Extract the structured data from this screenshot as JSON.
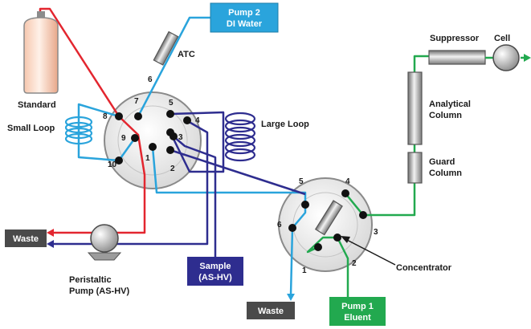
{
  "labels": {
    "standard": "Standard",
    "atc": "ATC",
    "small_loop": "Small Loop",
    "large_loop": "Large Loop",
    "suppressor": "Suppressor",
    "cell": "Cell",
    "analytical_column_1": "Analytical",
    "analytical_column_2": "Column",
    "guard_column_1": "Guard",
    "guard_column_2": "Column",
    "concentrator": "Concentrator",
    "peristaltic_1": "Peristaltic",
    "peristaltic_2": "Pump (AS-HV)"
  },
  "boxes": {
    "pump2_line1": "Pump 2",
    "pump2_line2": "DI Water",
    "waste_left": "Waste",
    "waste_bottom": "Waste",
    "sample_line1": "Sample",
    "sample_line2": "(AS-HV)",
    "pump1_line1": "Pump 1",
    "pump1_line2": "Eluent"
  },
  "valve_left_ports": [
    "1",
    "2",
    "3",
    "4",
    "5",
    "6",
    "7",
    "8",
    "9",
    "10"
  ],
  "valve_right_ports": [
    "1",
    "2",
    "3",
    "4",
    "5",
    "6"
  ],
  "colors": {
    "red_line": "#e3262f",
    "light_blue_line": "#2aa4dc",
    "dark_blue_line": "#2e2d8f",
    "green_line": "#22a94f",
    "sample_box": "#2e2d8f",
    "pump2_box": "#2aa4dc",
    "pump1_box": "#22a94f",
    "waste_box": "#4a4a4a"
  }
}
